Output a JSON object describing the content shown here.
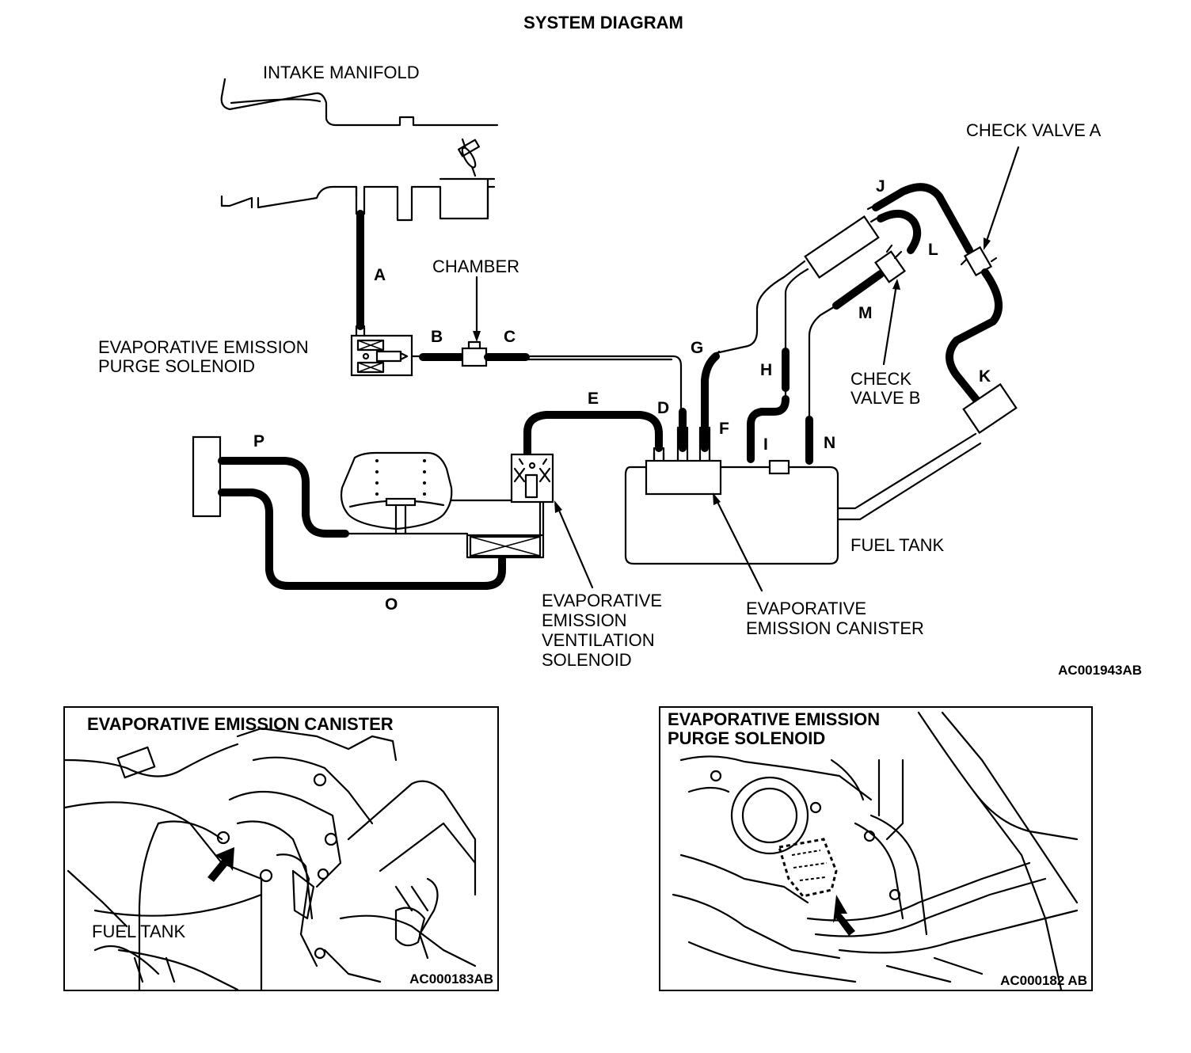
{
  "title": "SYSTEM DIAGRAM",
  "labels": {
    "intake_manifold": "INTAKE MANIFOLD",
    "chamber": "CHAMBER",
    "purge_solenoid_1": "EVAPORATIVE EMISSION",
    "purge_solenoid_2": "PURGE SOLENOID",
    "check_valve_a": "CHECK VALVE A",
    "check_valve_b_1": "CHECK",
    "check_valve_b_2": "VALVE B",
    "fuel_tank": "FUEL TANK",
    "ventilation_1": "EVAPORATIVE",
    "ventilation_2": "EMISSION",
    "ventilation_3": "VENTILATION",
    "ventilation_4": "SOLENOID",
    "canister_1": "EVAPORATIVE",
    "canister_2": "EMISSION CANISTER"
  },
  "hoses": {
    "A": "A",
    "B": "B",
    "C": "C",
    "D": "D",
    "E": "E",
    "F": "F",
    "G": "G",
    "H": "H",
    "I": "I",
    "J": "J",
    "K": "K",
    "L": "L",
    "M": "M",
    "N": "N",
    "O": "O",
    "P": "P"
  },
  "figure_code_main": "AC001943AB",
  "inset_left": {
    "title": "EVAPORATIVE EMISSION CANISTER",
    "label": "FUEL TANK",
    "code": "AC000183AB"
  },
  "inset_right": {
    "title_1": "EVAPORATIVE EMISSION",
    "title_2": "PURGE SOLENOID",
    "code": "AC000182 AB"
  }
}
